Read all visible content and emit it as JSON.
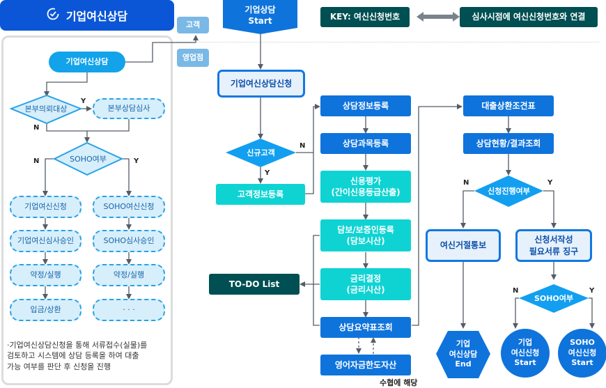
{
  "header": {
    "title": "기업여신상담",
    "icon": "check-circle-icon"
  },
  "lanes": {
    "customer": "고객",
    "branch": "영업점"
  },
  "left_panel": {
    "start": "기업여신상담",
    "decision1": "본부의뢰대상",
    "decision1_y": "Y",
    "decision1_n": "N",
    "hq_review": "본부상담심사",
    "decision2": "SOHO여부",
    "decision2_n": "N",
    "decision2_y": "Y",
    "corp_column": [
      "기업여신신청",
      "기업여신심사승인",
      "약정/실행",
      "입금/상환"
    ],
    "soho_column": [
      "SOHO여신신청",
      "SOHO심사승인",
      "약정/실행",
      "· · ·"
    ],
    "note": "·기업여신상담신청을 통해 서류접수(실물)를\n 검토하고 시스템에 상담 등록을 하여  대출\n 가능 여부를 판단 후 신청을 진행"
  },
  "main": {
    "start": "기업상담\nStart",
    "key_label": "KEY: 여신신청번호",
    "key_link": "심사시점에  여신신청번호와 연결",
    "apply": "기업여신상담신청",
    "new_customer": "신규고객",
    "new_customer_n": "N",
    "new_customer_y": "Y",
    "customer_register": "고객정보등록",
    "todo": "TO-DO List",
    "steps": [
      "상담정보등록",
      "상담과목등록",
      "신용평가\n(간이신용등급산출)",
      "담보/보증인등록\n(담보시산)",
      "금리결정\n(금리시산)",
      "상담요약표조회",
      "영어자금한도자산"
    ],
    "suhyup_note": "수협에 해당",
    "loan_terms": "대출상환조견표",
    "status_view": "상담현황/결과조회",
    "proceed": "신청진행여부",
    "proceed_n": "N",
    "proceed_y": "Y",
    "reject": "여신거절통보",
    "docs": "신청서작성\n필요서류 징구",
    "soho_check": "SOHO여부",
    "soho_check_n": "N",
    "soho_check_y": "Y",
    "end": "기업\n여신상담\nEnd",
    "corp_start": "기업\n여신신청\nStart",
    "soho_start": "SOHO\n여신신청\nStart"
  },
  "colors": {
    "header_blue": "#0b56d6",
    "primary_blue": "#0f73dc",
    "cyan": "#0fd3d3",
    "dark_teal": "#004f52",
    "lane_blue": "#7ab8e6",
    "dashed_fill": "#d7eefb"
  }
}
